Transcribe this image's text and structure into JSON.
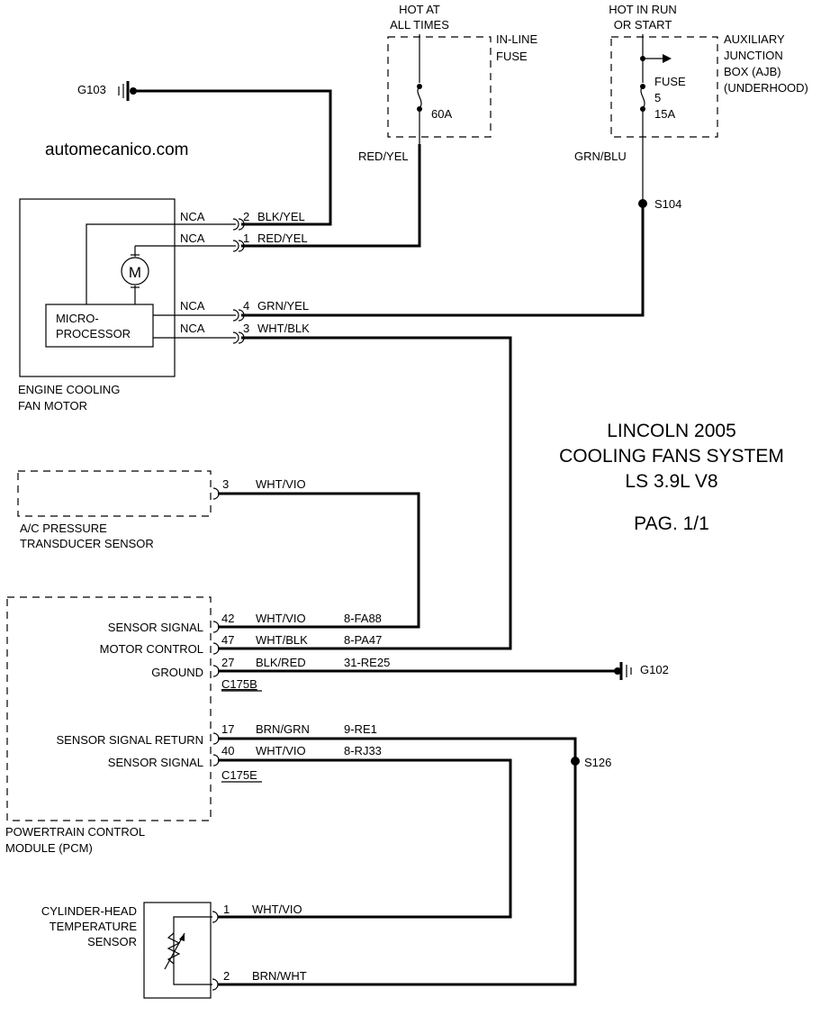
{
  "site": "automecanico.com",
  "title": {
    "line1": "LINCOLN 2005",
    "line2": "COOLING FANS SYSTEM",
    "line3": "LS 3.9L V8",
    "page": "PAG. 1/1"
  },
  "power": {
    "hot_all_line1": "HOT AT",
    "hot_all_line2": "ALL TIMES",
    "inline_fuse_line1": "IN-LINE",
    "inline_fuse_line2": "FUSE",
    "inline_fuse_rating": "60A",
    "hot_run_line1": "HOT IN RUN",
    "hot_run_line2": "OR START",
    "ajb_line1": "AUXILIARY",
    "ajb_line2": "JUNCTION",
    "ajb_line3": "BOX (AJB)",
    "ajb_line4": "(UNDERHOOD)",
    "fuse_label": "FUSE",
    "fuse_number": "5",
    "fuse_rating": "15A"
  },
  "grounds": {
    "g103": "G103",
    "g102": "G102"
  },
  "splices": {
    "s104": "S104",
    "s126": "S126"
  },
  "fan_motor": {
    "name_line1": "ENGINE COOLING",
    "name_line2": "FAN MOTOR",
    "motor_symbol": "M",
    "micro_line1": "MICRO-",
    "micro_line2": "PROCESSOR",
    "pins": [
      {
        "nca": "NCA",
        "pin": "2",
        "color": "BLK/YEL"
      },
      {
        "nca": "NCA",
        "pin": "1",
        "color": "RED/YEL"
      },
      {
        "nca": "NCA",
        "pin": "4",
        "color": "GRN/YEL"
      },
      {
        "nca": "NCA",
        "pin": "3",
        "color": "WHT/BLK"
      }
    ]
  },
  "wires": {
    "red_yel": "RED/YEL",
    "grn_blu": "GRN/BLU"
  },
  "ac_sensor": {
    "name_line1": "A/C PRESSURE",
    "name_line2": "TRANSDUCER SENSOR",
    "pin": "3",
    "color": "WHT/VIO"
  },
  "pcm": {
    "name_line1": "POWERTRAIN CONTROL",
    "name_line2": "MODULE (PCM)",
    "connector_b": "C175B",
    "connector_e": "C175E",
    "circuits": [
      {
        "label": "SENSOR SIGNAL",
        "pin": "42",
        "color": "WHT/VIO",
        "circuit": "8-FA88"
      },
      {
        "label": "MOTOR CONTROL",
        "pin": "47",
        "color": "WHT/BLK",
        "circuit": "8-PA47"
      },
      {
        "label": "GROUND",
        "pin": "27",
        "color": "BLK/RED",
        "circuit": "31-RE25"
      },
      {
        "label": "SENSOR SIGNAL RETURN",
        "pin": "17",
        "color": "BRN/GRN",
        "circuit": "9-RE1"
      },
      {
        "label": "SENSOR SIGNAL",
        "pin": "40",
        "color": "WHT/VIO",
        "circuit": "8-RJ33"
      }
    ]
  },
  "cht_sensor": {
    "name_line1": "CYLINDER-HEAD",
    "name_line2": "TEMPERATURE",
    "name_line3": "SENSOR",
    "pins": [
      {
        "pin": "1",
        "color": "WHT/VIO"
      },
      {
        "pin": "2",
        "color": "BRN/WHT"
      }
    ]
  }
}
